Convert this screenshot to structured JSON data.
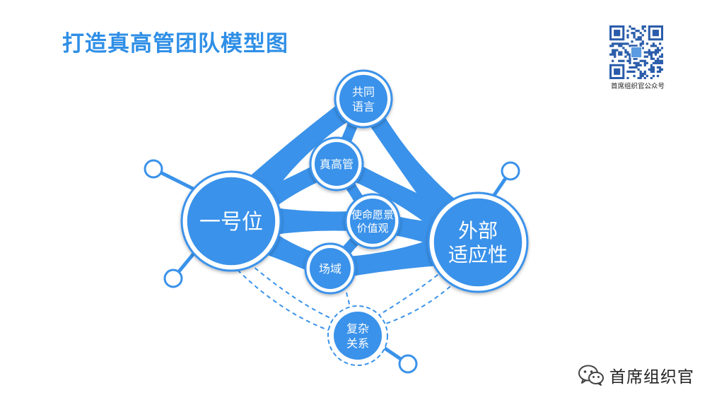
{
  "header": {
    "title": "打造真高管团队模型图"
  },
  "qr": {
    "caption": "首席组织官公众号"
  },
  "brand": {
    "name": "首席组织官",
    "icon": "wechat-icon"
  },
  "colors": {
    "primary": "#2f8fe6",
    "node": "#3a92ea",
    "text": "#ffffff"
  },
  "nodes": {
    "no1": {
      "lines": [
        "一号位"
      ]
    },
    "external": {
      "lines": [
        "外部",
        "适应性"
      ]
    },
    "common_language": {
      "lines": [
        "共同",
        "语言"
      ]
    },
    "true_exec": {
      "lines": [
        "真高管"
      ]
    },
    "mission": {
      "lines": [
        "使命愿景",
        "价值观"
      ]
    },
    "field": {
      "lines": [
        "场域"
      ]
    },
    "complex": {
      "lines": [
        "复杂",
        "关系"
      ]
    }
  }
}
